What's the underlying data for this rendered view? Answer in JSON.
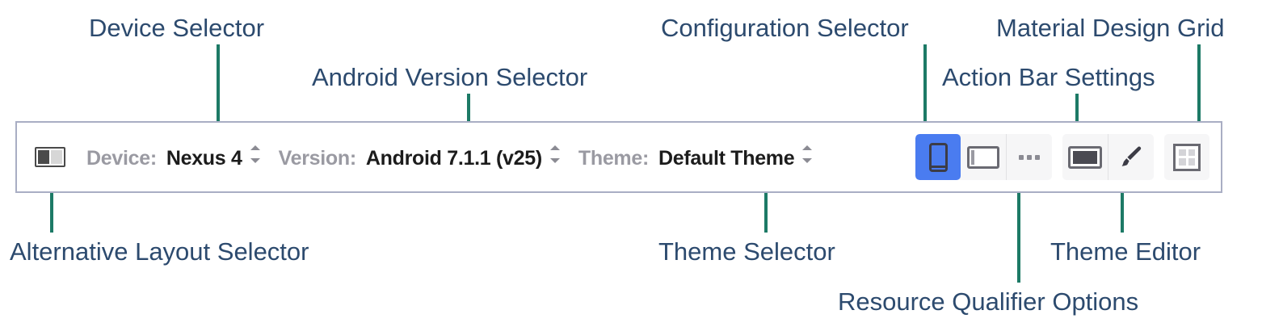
{
  "toolbar": {
    "alt_layout_icon": "alternative-layout-icon",
    "device": {
      "label": "Device:",
      "value": "Nexus 4"
    },
    "version": {
      "label": "Version:",
      "value": "Android 7.1.1 (v25)"
    },
    "theme": {
      "label": "Theme:",
      "value": "Default Theme"
    },
    "buttons": [
      {
        "icon": "phone-device-icon",
        "selected": true
      },
      {
        "icon": "landscape-layout-icon",
        "selected": false
      },
      {
        "icon": "more-options-icon",
        "selected": false
      },
      {
        "icon": "action-bar-icon",
        "selected": false
      },
      {
        "icon": "paintbrush-icon",
        "selected": false
      },
      {
        "icon": "material-design-grid-icon",
        "selected": false
      }
    ]
  },
  "annotations": [
    {
      "text": "Device Selector"
    },
    {
      "text": "Android Version Selector"
    },
    {
      "text": "Configuration Selector"
    },
    {
      "text": "Material Design Grid"
    },
    {
      "text": "Action Bar Settings"
    },
    {
      "text": "Alternative Layout Selector"
    },
    {
      "text": "Theme Selector"
    },
    {
      "text": "Theme Editor"
    },
    {
      "text": "Resource Qualifier Options"
    }
  ],
  "colors": {
    "annotation_text": "#2c4a6e",
    "leader_line": "#1d7a66",
    "selected_button": "#4a7cf0",
    "toolbar_border": "#a9aec4",
    "label_gray": "#9a9aa2",
    "value_dark": "#1c1c1c"
  }
}
